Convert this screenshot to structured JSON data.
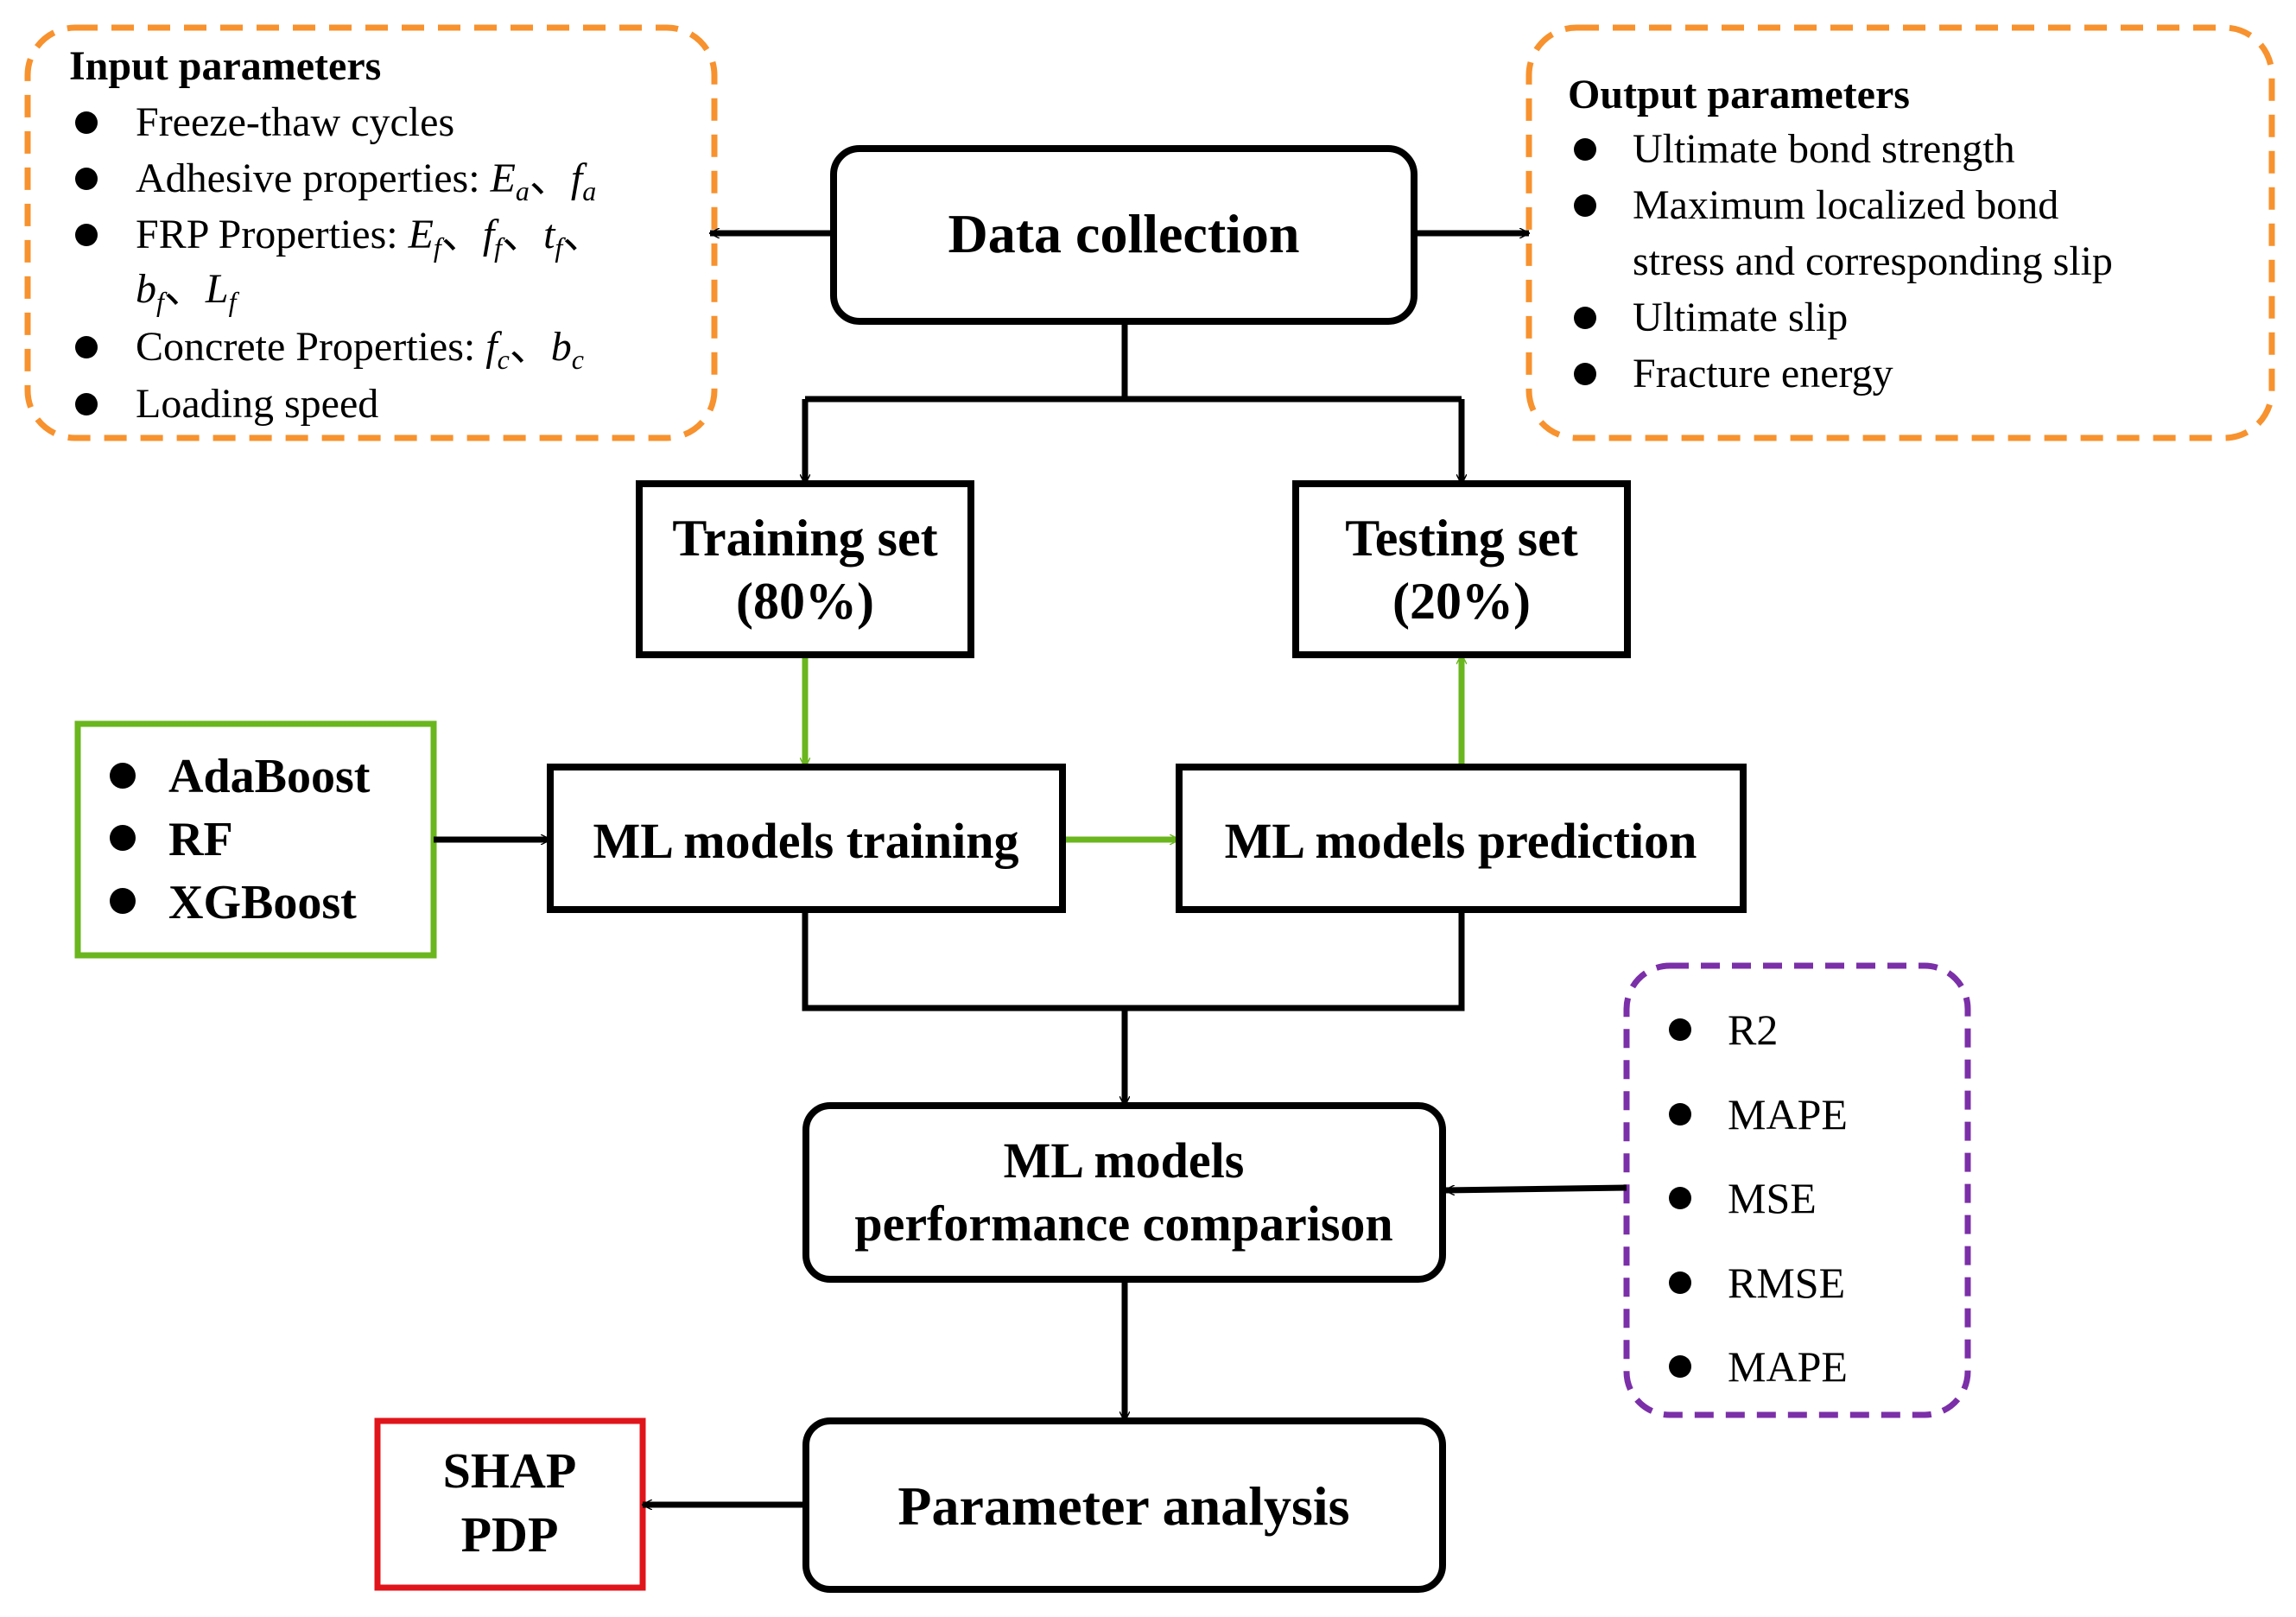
{
  "colors": {
    "orange": "#f7922e",
    "green": "#6ab61e",
    "purple": "#7b2fa8",
    "red": "#e0151b",
    "black": "#000000"
  },
  "nodes": {
    "data_collection": "Data collection",
    "training_set": {
      "line1": "Training set",
      "line2": "(80%)"
    },
    "testing_set": {
      "line1": "Testing set",
      "line2": "(20%)"
    },
    "ml_training": "ML models training",
    "ml_prediction": "ML models prediction",
    "ml_comparison": {
      "line1": "ML models",
      "line2": "performance comparison"
    },
    "parameter_analysis": "Parameter analysis"
  },
  "input_panel": {
    "title": "Input parameters",
    "items": {
      "freeze": "Freeze-thaw cycles",
      "adhesive_label": "Adhesive properties: ",
      "frp_label": "FRP Properties: ",
      "concrete_label": "Concrete Properties: ",
      "loading": "Loading speed"
    },
    "symbols": {
      "E": "E",
      "f": "f",
      "t": "t",
      "b": "b",
      "L": "L",
      "sub_a": "a",
      "sub_f": "f",
      "sub_c": "c",
      "sep": "、"
    }
  },
  "output_panel": {
    "title": "Output parameters",
    "items": [
      "Ultimate bond strength",
      "Maximum localized bond",
      "stress and corresponding slip",
      "Ultimate slip",
      "Fracture energy"
    ]
  },
  "models_panel": {
    "items": [
      "AdaBoost",
      "RF",
      "XGBoost"
    ]
  },
  "metrics_panel": {
    "items": [
      "R2",
      "MAPE",
      "MSE",
      "RMSE",
      "MAPE"
    ]
  },
  "analysis_panel": {
    "items": [
      "SHAP",
      "PDP"
    ]
  }
}
